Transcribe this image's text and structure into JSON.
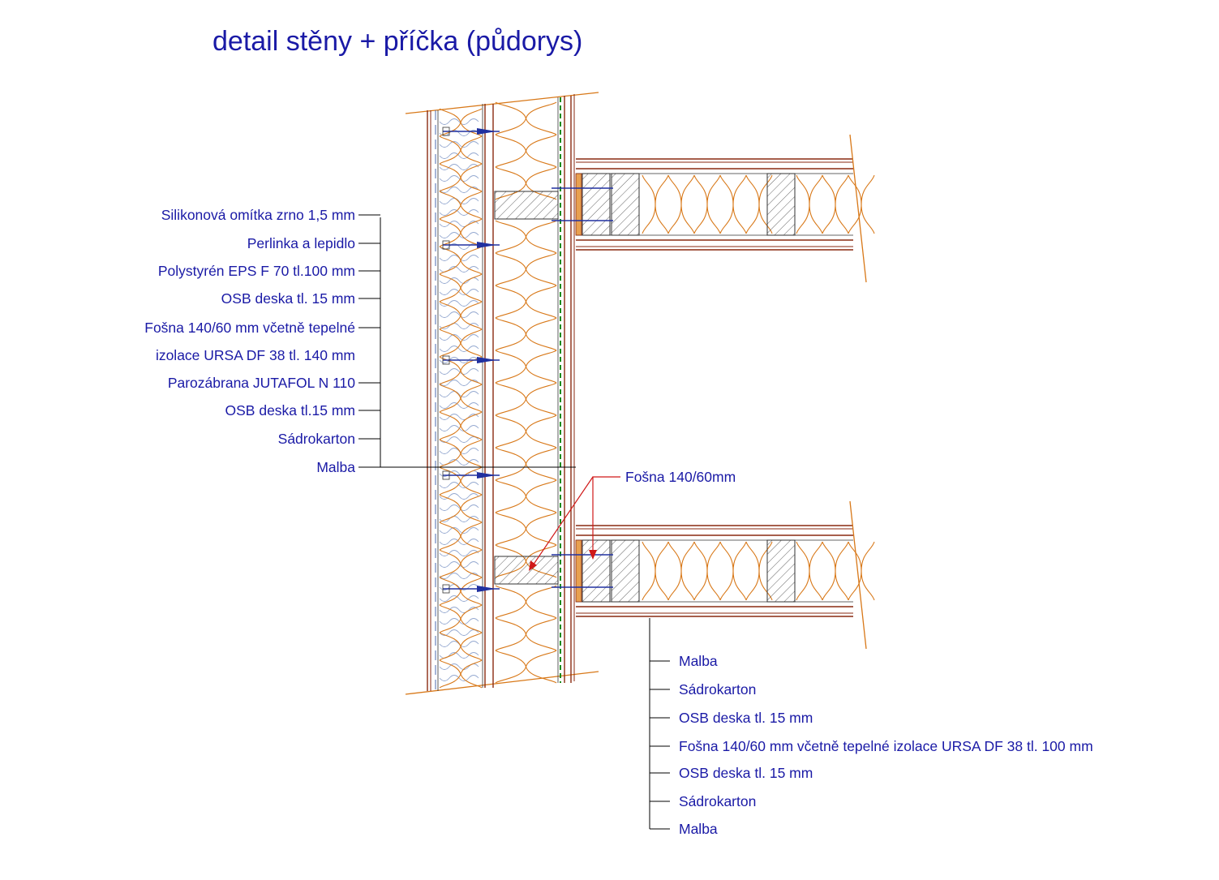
{
  "title": "detail stěny + příčka (půdorys)",
  "wall_labels": [
    "Silikonová omítka zrno 1,5 mm",
    "Perlinka a lepidlo",
    "Polystyrén EPS F 70 tl.100 mm",
    "OSB deska tl. 15 mm",
    "Fošna 140/60 mm včetně tepelné",
    "izolace URSA DF 38 tl. 140 mm",
    "Parozábrana JUTAFOL N 110",
    "OSB deska tl.15 mm",
    "Sádrokarton",
    "Malba"
  ],
  "partition_labels": [
    "Malba",
    "Sádrokarton",
    "OSB deska tl. 15 mm",
    "Fošna 140/60 mm včetně tepelné izolace URSA DF 38 tl. 100 mm",
    "OSB deska tl. 15 mm",
    "Sádrokarton",
    "Malba"
  ],
  "callout": "Fošna 140/60mm",
  "colors": {
    "label_blue": "#1a1aa6",
    "insulation_orange": "#d87818",
    "board_brown": "#8a2a10",
    "membrane_green": "#1a8a1a",
    "leader_red": "#d01818",
    "anchor_blue": "#2030a0"
  }
}
